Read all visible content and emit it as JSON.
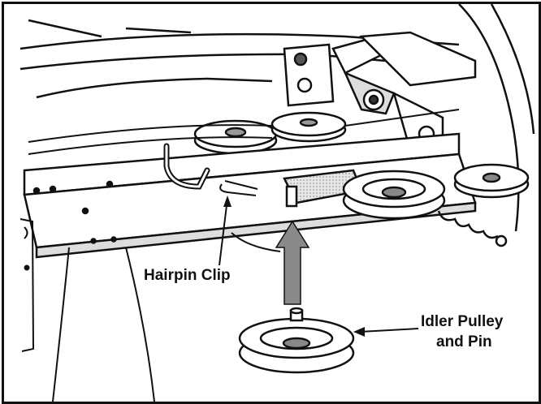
{
  "labels": {
    "hairpin_clip": "Hairpin Clip",
    "idler_pulley_line1": "Idler Pulley",
    "idler_pulley_line2": "and Pin"
  },
  "colors": {
    "ink": "#111111",
    "arrow_fill": "#8a8a8a",
    "shadow": "#cfcfcf",
    "paper": "#ffffff"
  }
}
